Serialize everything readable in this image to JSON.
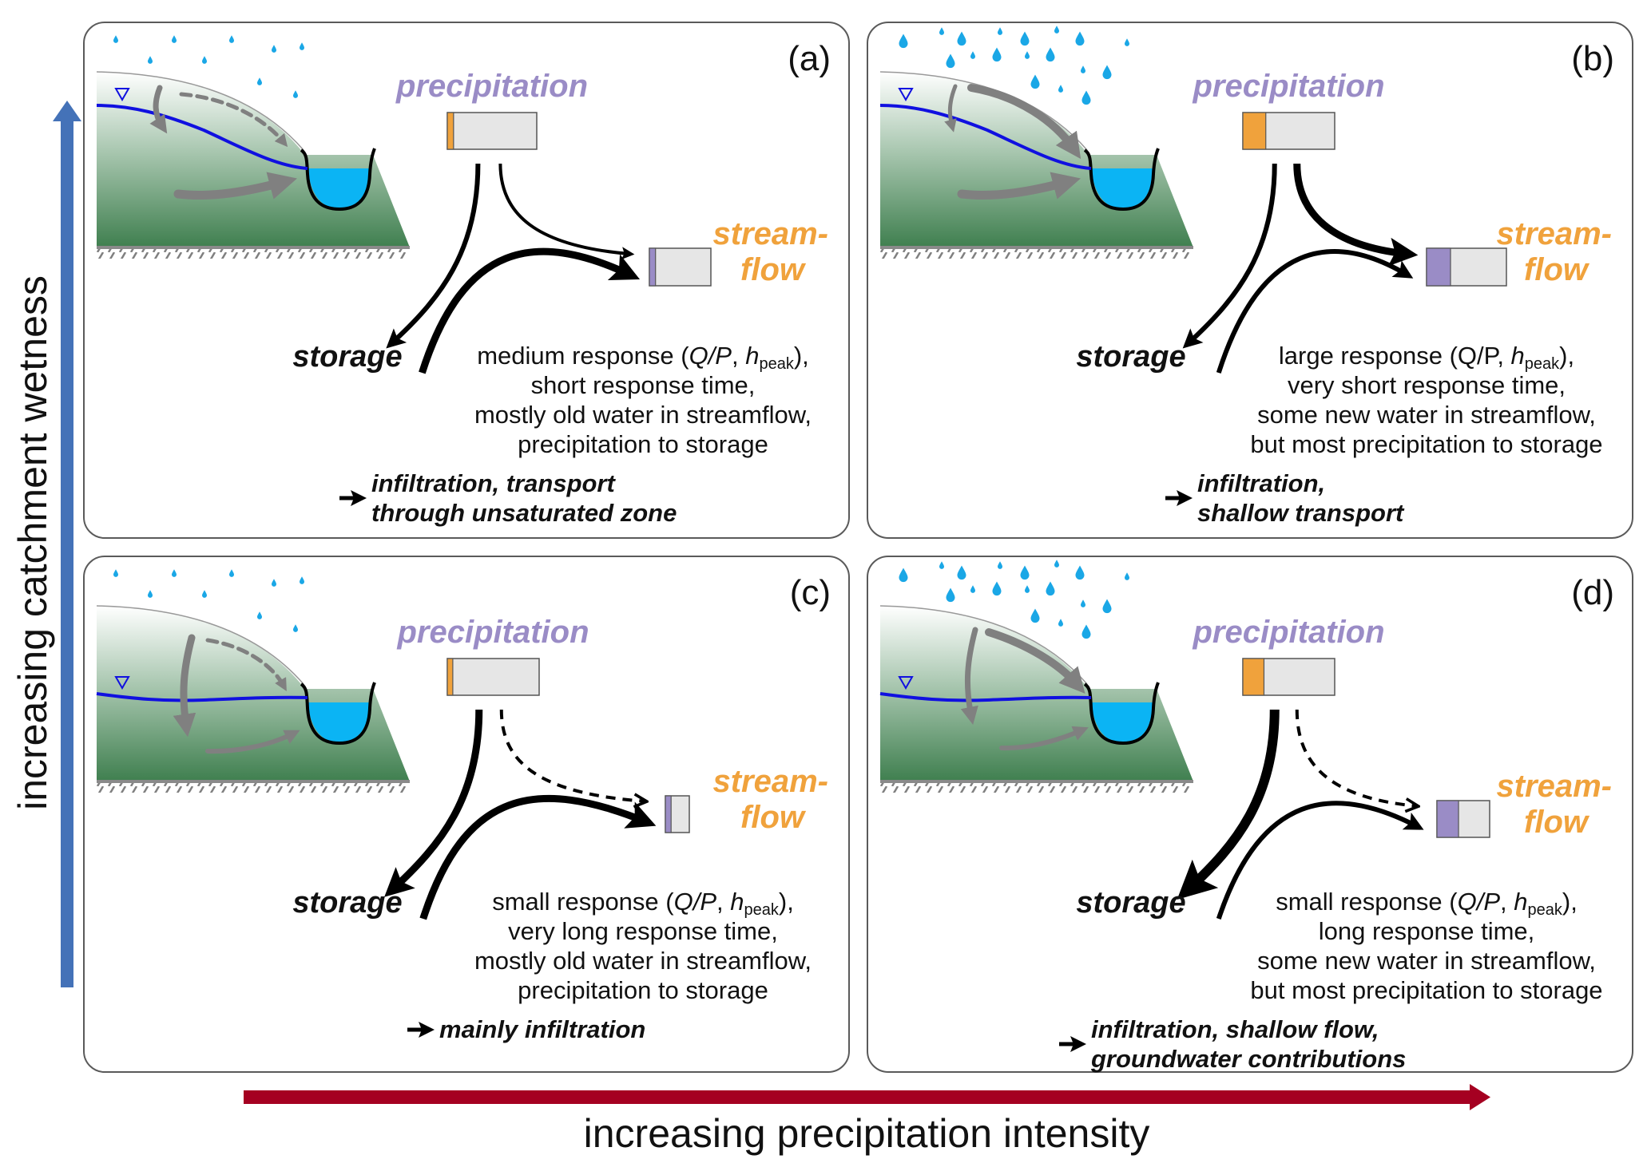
{
  "figure": {
    "y_axis_label": "increasing catchment wetness",
    "x_axis_label": "increasing precipitation intensity",
    "colors": {
      "wetness_arrow": "#4472b8",
      "intensity_arrow": "#a50021",
      "precipitation": "#9a8cc6",
      "streamflow": "#f0a23c",
      "new_water_fill": "#9a8cc6",
      "precip_fill": "#f0a23c",
      "box_background": "#e6e6e6",
      "stream_water": "#0bb4f4",
      "water_table": "#1010e0",
      "raindrop": "#1aa7e6",
      "soil_top": "#ffffff",
      "soil_bottom": "#3f7f4f"
    }
  },
  "panels": [
    {
      "id": "a",
      "label": "(a)",
      "precipitation_label": "precipitation",
      "streamflow_label_1": "stream-",
      "streamflow_label_2": "flow",
      "storage_label": "storage",
      "precip_intensity_fraction": 0.07,
      "new_water_fraction": 0.1,
      "rain": "light",
      "description": [
        {
          "pre": "medium response (",
          "qp": "Q/P",
          "qp_italic": true,
          "mid": ", ",
          "h": "h",
          "sub": "peak",
          "post": "),"
        },
        {
          "text": "short response time,"
        },
        {
          "text": "mostly old water in streamflow,"
        },
        {
          "text": "precipitation to storage"
        }
      ],
      "conclusion": [
        "infiltration, transport",
        "through unsaturated zone"
      ],
      "fluxes": {
        "precip_to_storage": "medium",
        "precip_to_stream": "thin",
        "storage_to_stream": "thick"
      }
    },
    {
      "id": "b",
      "label": "(b)",
      "precipitation_label": "precipitation",
      "streamflow_label_1": "stream-",
      "streamflow_label_2": "flow",
      "storage_label": "storage",
      "precip_intensity_fraction": 0.25,
      "new_water_fraction": 0.3,
      "rain": "heavy",
      "description": [
        {
          "pre": "large response (",
          "qp": "Q/P",
          "qp_italic": false,
          "mid": ", ",
          "h": "h",
          "sub": "peak",
          "post": "),"
        },
        {
          "text": "very short response time,"
        },
        {
          "text": "some new water in streamflow,"
        },
        {
          "text": "but most precipitation to storage"
        }
      ],
      "conclusion": [
        "infiltration,",
        "shallow transport"
      ],
      "fluxes": {
        "precip_to_storage": "medium",
        "precip_to_stream": "thick",
        "storage_to_stream": "medium"
      }
    },
    {
      "id": "c",
      "label": "(c)",
      "precipitation_label": "precipitation",
      "streamflow_label_1": "stream-",
      "streamflow_label_2": "flow",
      "storage_label": "storage",
      "precip_intensity_fraction": 0.06,
      "new_water_fraction": 0.24,
      "rain": "light",
      "description": [
        {
          "pre": "small response (",
          "qp": "Q/P",
          "qp_italic": true,
          "mid": ", ",
          "h": "h",
          "sub": "peak",
          "post": "),"
        },
        {
          "text": "very long response time,"
        },
        {
          "text": "mostly old water in streamflow,"
        },
        {
          "text": "precipitation to storage"
        }
      ],
      "conclusion": [
        "mainly infiltration"
      ],
      "fluxes": {
        "precip_to_storage": "thick",
        "precip_to_stream": "dashed",
        "storage_to_stream": "thick"
      }
    },
    {
      "id": "d",
      "label": "(d)",
      "precipitation_label": "precipitation",
      "streamflow_label_1": "stream-",
      "streamflow_label_2": "flow",
      "storage_label": "storage",
      "precip_intensity_fraction": 0.23,
      "new_water_fraction": 0.41,
      "rain": "heavy",
      "description": [
        {
          "pre": "small response (",
          "qp": "Q/P",
          "qp_italic": true,
          "mid": ", ",
          "h": "h",
          "sub": "peak",
          "post": "),"
        },
        {
          "text": "long response time,"
        },
        {
          "text": "some new water in  streamflow,"
        },
        {
          "text": "but most precipitation to storage"
        }
      ],
      "conclusion": [
        "infiltration, shallow flow,",
        "groundwater contributions"
      ],
      "fluxes": {
        "precip_to_storage": "very-thick",
        "precip_to_stream": "dashed",
        "storage_to_stream": "medium"
      }
    }
  ]
}
